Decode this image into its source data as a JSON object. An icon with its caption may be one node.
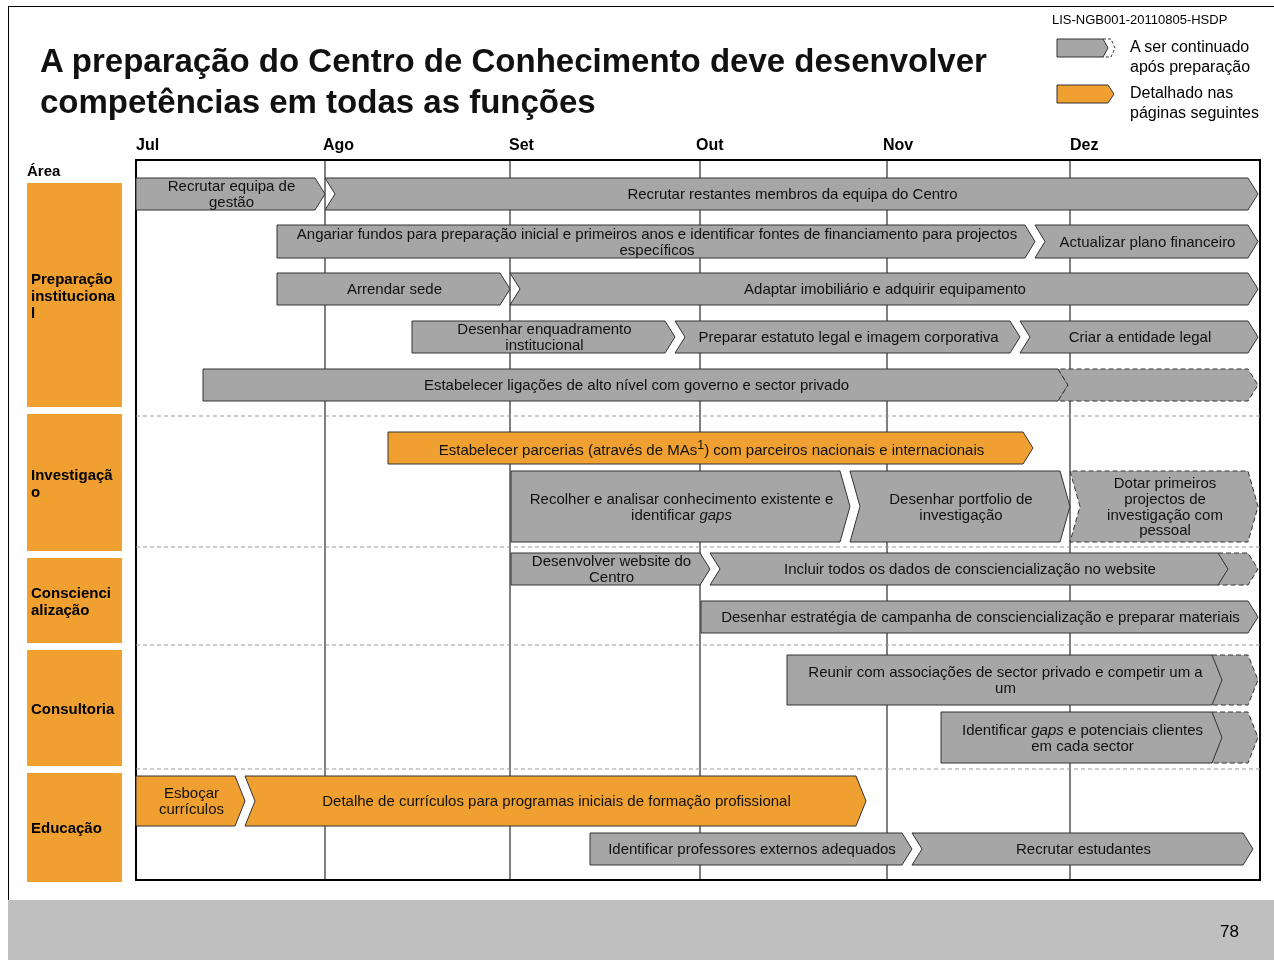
{
  "diagram": {
    "title": "A preparação do Centro de Conhecimento deve desenvolver competências em todas as funções",
    "nodes": [
      {
        "text": [
          "Preparação institucional"
        ]
      },
      {
        "text": [
          "Recrutar equipa de gestão"
        ]
      },
      {
        "text": [
          "Recrutar restantes membros da equipa do Centro"
        ]
      },
      {
        "text": [
          "Angariar fundos para preparação inicial e primeiros anos e identificar fontes de financiamento para projectos específicos"
        ]
      },
      {
        "text": [
          "Actualizar plano financeiro"
        ]
      },
      {
        "text": [
          "Arrendar sede"
        ]
      },
      {
        "text": [
          "Adaptar imobiliário e adquirir equipamento"
        ]
      },
      {
        "text": [
          "Desenhar enquadramento institucional"
        ]
      },
      {
        "text": [
          "Preparar estatuto legal e imagem corporativa"
        ]
      },
      {
        "text": [
          "Criar a entidade legal"
        ]
      },
      {
        "text": [
          "Estabelecer ligações de alto nível com governo e sector privado"
        ]
      },
      {
        "text": [
          "Investigação"
        ]
      },
      {
        "text": [
          "Estabelecer parcerias (através de MAs$^{1}$) com parceiros nacionais e internacionais"
        ]
      },
      {
        "text": [
          "Recolher e analisar conhecimento existente e identificar *gaps*"
        ]
      },
      {
        "text": [
          "Desenhar portfolio de investigação"
        ]
      },
      {
        "text": [
          "Dotar primeiros projectos de investigação com pessoal"
        ]
      },
      {
        "text": [
          "Consciencialização"
        ]
      },
      {
        "text": [
          "Desenvolver website do Centro"
        ]
      },
      {
        "text": [
          "Incluir todos os dados de consciencialização no website"
        ]
      },
      {
        "text": [
          "Desenhar estratégia de campanha de consciencialização e preparar materiais"
        ]
      },
      {
        "text": [
          "Consultoria"
        ]
      },
      {
        "text": [
          "Reunir com associações de sector privado e competir um a um"
        ]
      },
      {
        "text": [
          "Identificar *gaps* e potenciais clientes em cada sector"
        ]
      },
      {
        "text": [
          "Educação"
        ]
      },
      {
        "text": [
          "Esboçar currículos"
        ]
      },
      {
        "text": [
          "Detalhe de currículos para programas iniciais de formação profissional"
        ]
      },
      {
        "text": [
          "Identificar professores externos adequados"
        ]
      },
      {
        "text": [
          "Recrutar estudantes"
        ]
      },
      {
        "text": [],
        "shape": "bar"
      }
    ],
    "labels": [
      "LIS-NGB001-20110805-HSDP",
      "Área",
      "Jul",
      "Ago",
      "Set",
      "Out",
      "Nov",
      "Dez",
      "78"
    ],
    "legend": [
      {
        "text": "A ser continuado após preparação",
        "color": "#a6a6a6"
      },
      {
        "text": "Detalhado nas páginas seguintes",
        "color": "#f0a030"
      }
    ]
  }
}
